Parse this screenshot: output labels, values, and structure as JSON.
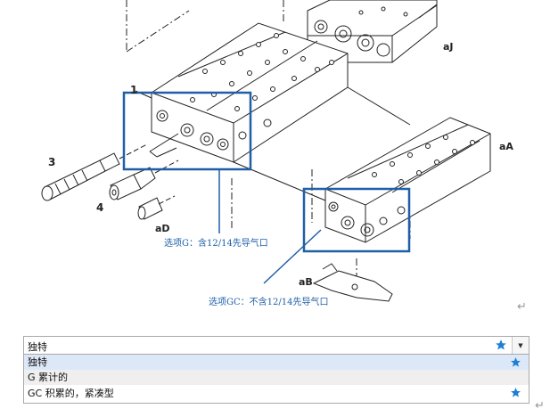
{
  "figure": {
    "labels": {
      "part_1": "1",
      "part_3": "3",
      "part_4": "4",
      "part_aD": "aD",
      "part_aJ": "aJ",
      "part_aA": "aA",
      "part_aB": "aB"
    },
    "callout_g": "选项G：含12/14先导气口",
    "callout_gc": "选项GC：不含12/14先导气口",
    "accent_color": "#1f5fa8"
  },
  "paragraph_mark": "↵",
  "dropdown": {
    "selected_value": "独特",
    "selected_starred": true,
    "star_color": "#1e7fd6",
    "arrow_icon": "triangle-down-icon",
    "options": [
      {
        "label": "独特",
        "starred": true
      },
      {
        "label": "G 累计的",
        "starred": false
      },
      {
        "label": "GC 积累的，紧凑型",
        "starred": true
      }
    ]
  }
}
